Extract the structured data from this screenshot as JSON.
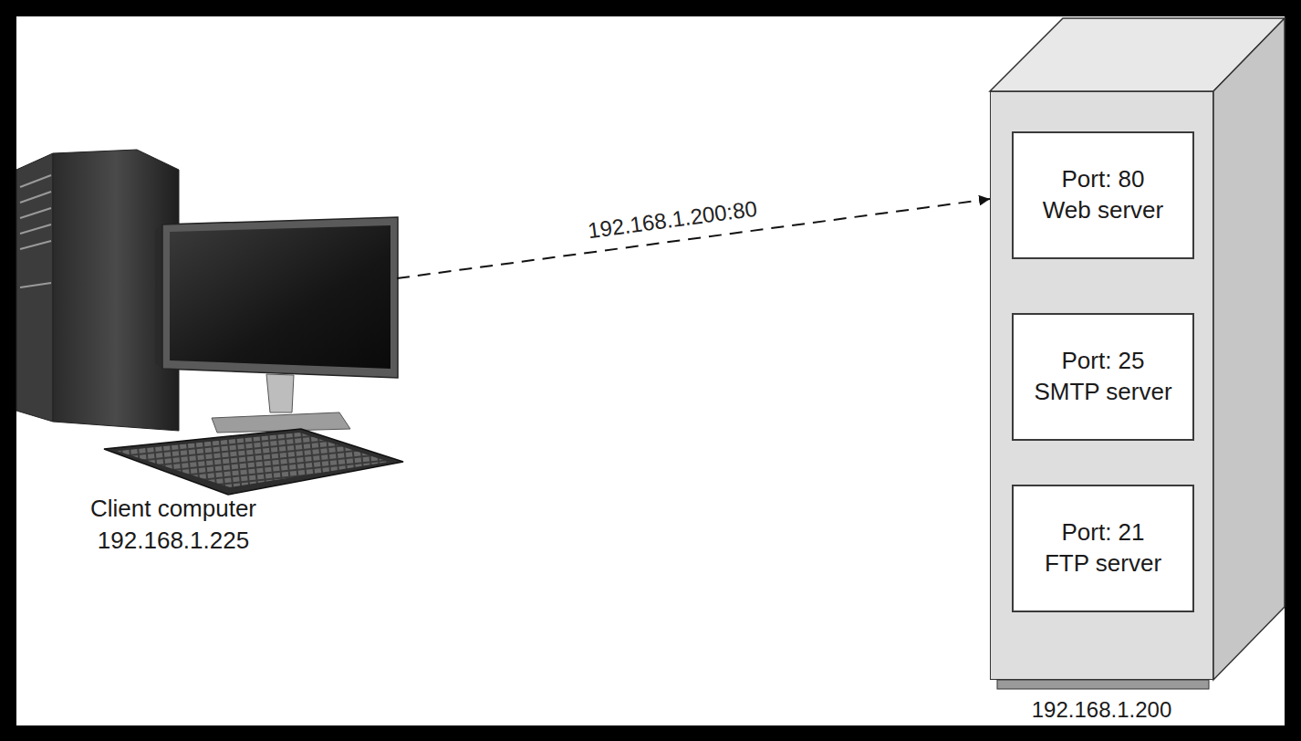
{
  "diagram": {
    "nodes": [
      {
        "text": [
          "Client computer",
          "192.168.1.225"
        ]
      },
      {
        "text": [
          "192.168.1.200"
        ]
      },
      {
        "text": [
          "Port: 80",
          "Web server"
        ],
        "in": 1
      },
      {
        "text": [
          "Port: 25",
          "SMTP server"
        ],
        "in": 1
      },
      {
        "text": [
          "Port: 21",
          "FTP server"
        ],
        "in": 1
      }
    ],
    "edges": [
      {
        "from": 0,
        "to": 1,
        "label": "192.168.1.200:80",
        "arrow": "to"
      }
    ]
  }
}
